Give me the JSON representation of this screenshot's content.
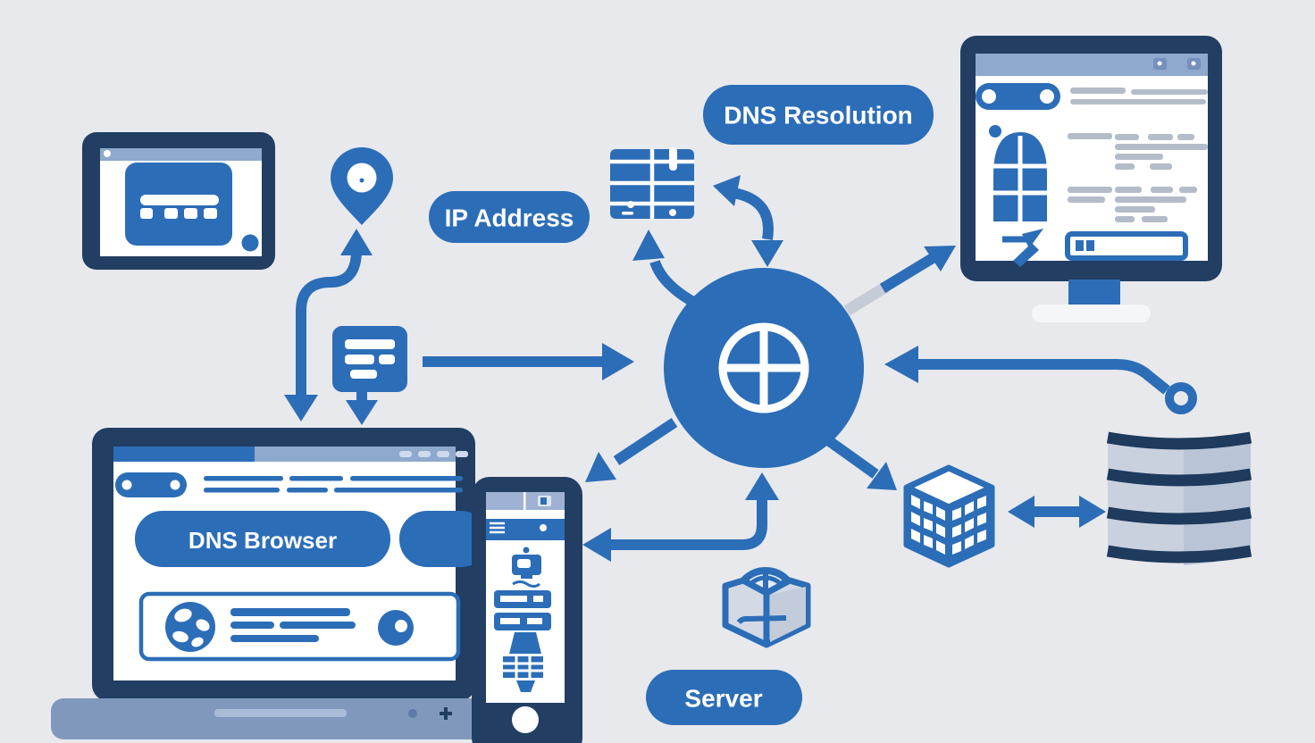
{
  "labels": {
    "ip_address": "IP Address",
    "dns_resolution": "DNS Resolution",
    "server": "Server",
    "dns_browser": "DNS Browser"
  },
  "colors": {
    "background": "#e8e9ed",
    "primary_blue": "#2c6db7",
    "navy_frame": "#223e63",
    "header_light_blue": "#8ea9cd",
    "laptop_base": "#8198bd",
    "light_fill": "#c9d1df",
    "stripe_navy": "#1e3a5c",
    "gray_line": "#b4bcc9",
    "white": "#ffffff"
  },
  "icons": {
    "hub": "globe-hub-icon",
    "pin": "location-pin-icon",
    "record": "dns-record-icon",
    "table": "dns-table-icon",
    "building": "datacenter-building-icon",
    "database": "database-stack-icon",
    "package": "server-package-icon",
    "ball": "globe-ball-icon"
  }
}
